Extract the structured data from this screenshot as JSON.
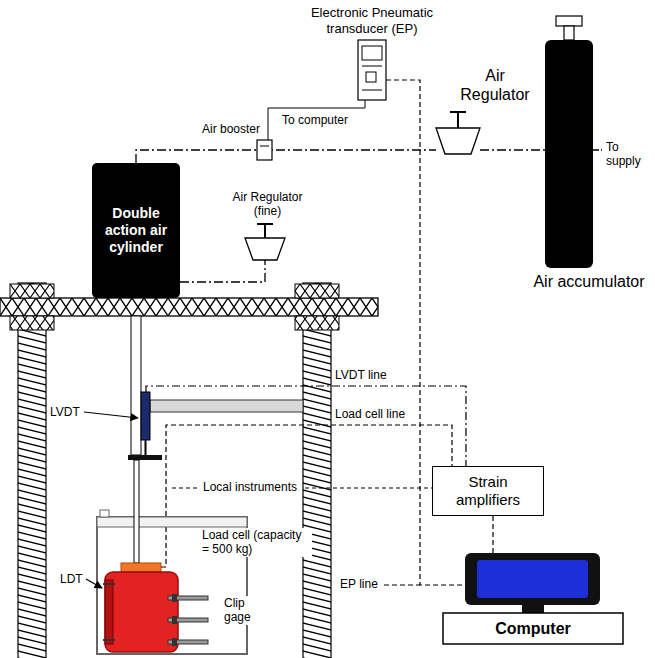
{
  "diagram": {
    "nodes": [
      {
        "text": [
          "Double action air cylinder"
        ]
      },
      {
        "text": [
          "Strain amplifiers"
        ]
      },
      {
        "text": [
          "Computer"
        ]
      }
    ],
    "edges": [
      {
        "from": 1,
        "to": 2,
        "arrow": "none"
      }
    ],
    "labels": [
      "Electronic Pneumatic transducer (EP)",
      "Air booster",
      "To computer",
      "Air Regulator",
      "To supply",
      "Air accumulator",
      "Air Regulator (fine)",
      "LVDT line",
      "Load cell line",
      "LVDT",
      "Local instruments",
      "Load cell (capacity = 500 kg)",
      "LDT",
      "Clip gage",
      "EP line"
    ]
  }
}
